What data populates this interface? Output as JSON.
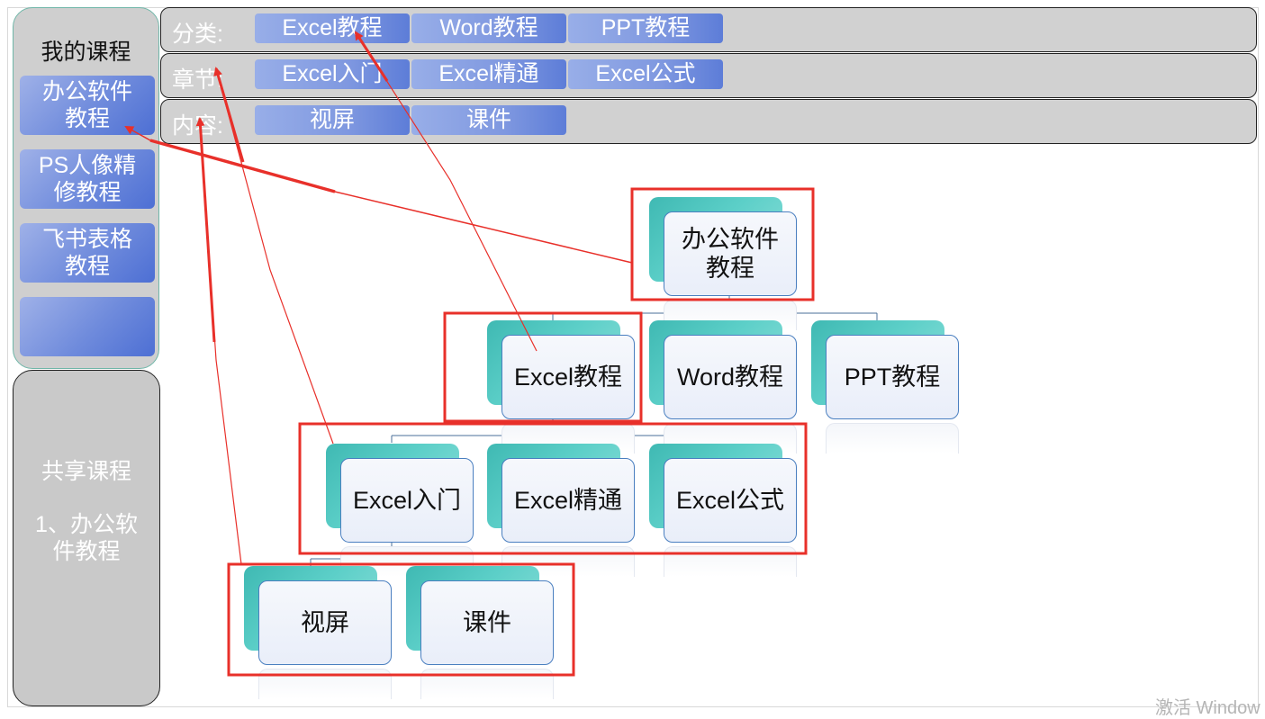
{
  "sidebar": {
    "my_courses_title": "我的课程",
    "courses": [
      {
        "label": "办公软件\n教程"
      },
      {
        "label": "PS人像精\n修教程"
      },
      {
        "label": "飞书表格\n教程"
      },
      {
        "label": ""
      }
    ],
    "shared_title": "共享课程",
    "shared_item": "1、办公软\n件教程"
  },
  "filters": {
    "category": {
      "label": "分类:",
      "chips": [
        "Excel教程",
        "Word教程",
        "PPT教程"
      ]
    },
    "chapter": {
      "label": "章节:",
      "chips": [
        "Excel入门",
        "Excel精通",
        "Excel公式"
      ]
    },
    "content": {
      "label": "内容:",
      "chips": [
        "视屏",
        "课件"
      ]
    }
  },
  "org_chart": {
    "root": "办公软件\n教程",
    "level1": [
      "Excel教程",
      "Word教程",
      "PPT教程"
    ],
    "level2": [
      "Excel入门",
      "Excel精通",
      "Excel公式"
    ],
    "level3": [
      "视屏",
      "课件"
    ]
  },
  "colors": {
    "annotation_red": "#e8302a",
    "chip_blue": "#7f98e0",
    "node_teal": "#3fb9b3"
  },
  "watermark": "激活 Window"
}
